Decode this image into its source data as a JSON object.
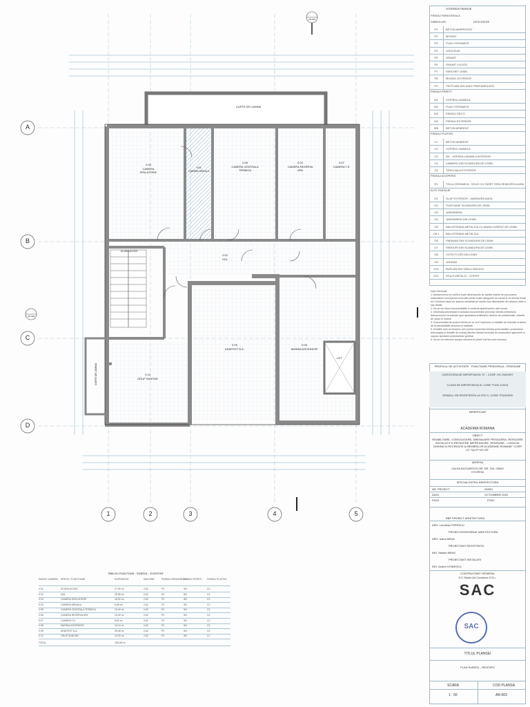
{
  "north_marker": "AR-003",
  "section_marker": "AR-003",
  "axes_rows": [
    "A",
    "B",
    "C",
    "D"
  ],
  "axes_cols": [
    "1",
    "2",
    "3",
    "4",
    "5"
  ],
  "rooms": [
    {
      "code": "0.03",
      "name": "CAMERA SPALATORIE"
    },
    {
      "code": "0.06",
      "name": "CAMERA MEDALA"
    },
    {
      "code": "0.08",
      "name": "CAMERA CENTRALA TERMICA"
    },
    {
      "code": "0.04",
      "name": "CAMERA REZERVA APA"
    },
    {
      "code": "0.07",
      "name": "CAMERA T.S."
    },
    {
      "code": "0.02",
      "name": "HOL"
    },
    {
      "code": "0.01",
      "name": "SCARA ACCES"
    },
    {
      "code": "0.09",
      "name": "ADAPOST N.A."
    },
    {
      "code": "0.05",
      "name": "MASINA ASCENSOR"
    },
    {
      "code": "0.10",
      "name": "GRUP SANITAR"
    }
  ],
  "courtyard_label": "CURTE DE LUMINA",
  "courtyard_left_label": "CURTE DE LUMINA",
  "lift_label": "LIFT",
  "legend": {
    "title": "LEGENDA FINISAJE",
    "pardoseala_title": "FINISAJ PARDOSEALA",
    "col_simbol": "SIMBOLURI",
    "col_descriere": "DESCRIERE",
    "pardoseala": [
      {
        "code": "P1",
        "desc": "BETON AMPRENTAT"
      },
      {
        "code": "P2",
        "desc": "MOZAIC"
      },
      {
        "code": "P3",
        "desc": "PLACI CERAMICE"
      },
      {
        "code": "P4",
        "desc": "LINOLEUM"
      },
      {
        "code": "P5",
        "desc": "GRANIT"
      },
      {
        "code": "P6",
        "desc": "GRANIT LUCIOS"
      },
      {
        "code": "P7",
        "desc": "PARCHET LEMN"
      },
      {
        "code": "P8",
        "desc": "MOZAIC EXTERIOR"
      },
      {
        "code": "P9",
        "desc": "TROTUAR DIN DALE PREFABRICATE"
      }
    ],
    "pereti_title": "FINISAJ PERETI",
    "pereti": [
      {
        "code": "W1",
        "desc": "VOPSEA LAVABILA"
      },
      {
        "code": "W2",
        "desc": "PLACI CERAMICE"
      },
      {
        "code": "W3",
        "desc": "FINISAJ DECO"
      },
      {
        "code": "W4",
        "desc": "FINISAJ EXTERIOR"
      },
      {
        "code": "W5",
        "desc": "BETON APARENT"
      }
    ],
    "plafon_title": "FINISAJ PLAFON",
    "plafon": [
      {
        "code": "C1",
        "desc": "BETON APARENT"
      },
      {
        "code": "C2",
        "desc": "VOPSEA LAVABILA"
      },
      {
        "code": "C3",
        "desc": "GK - VOPSEA LAVABILA INTERIOR"
      },
      {
        "code": "C4",
        "desc": "LAMBRIU DIN SCANDURA DE LEMN"
      },
      {
        "code": "C5",
        "desc": "TENCUIALA EXTERIOR"
      }
    ],
    "acoperis_title": "FINISAJ ACOPERIS",
    "acoperis": [
      {
        "code": "R1",
        "desc": "TIGLA CERAMICA - SOLZI CU TASET SIRA SEMICIRCULARA"
      }
    ],
    "alte_title": "ALTE FINISAJE",
    "alte": [
      {
        "code": "O1",
        "desc": "GLAF EXTERIOR - MARMURA MATA"
      },
      {
        "code": "O2",
        "desc": "PLAFOANE SCANDURA DE LEMN"
      },
      {
        "code": "O3",
        "desc": "JARDINIERA"
      },
      {
        "code": "O4",
        "desc": "JARDINIERA DIN LEMN"
      },
      {
        "code": "O5",
        "desc": "BALUSTRADA METALICA CU MANA CURENT DE LEMN"
      },
      {
        "code": "O5.1",
        "desc": "BALUSTRADA METALICA"
      },
      {
        "code": "O6",
        "desc": "PARAVAN DIN SCANDURA DE LEMN"
      },
      {
        "code": "O7",
        "desc": "PANOURI DIN SCANDURA DE LEMN"
      },
      {
        "code": "O8",
        "desc": "CUTIE FLORI DIN LEMN"
      },
      {
        "code": "O9",
        "desc": "JGHEAB"
      },
      {
        "code": "O10",
        "desc": "BURLAN DIN TABLA ZINCATA"
      },
      {
        "code": "O11",
        "desc": "STALP METALIC - VOPSIT"
      }
    ]
  },
  "notes": {
    "title": "Note Generale:",
    "lines": [
      "1. Antreprenorul va verifica toate dimensiunile pe santier inainte de procurarea",
      "materialelor si inceperea executiei pentru toate categoriile de lucrari si va anunta Studio",
      "A4 Construct daca vor aparea neclaritati pe santier sau discrepante din desene catre si",
      "sau detalii.",
      "2. Nu se vor folosi documentatiile in vederea tiparirii pentru alte lucrari.",
      "3. Informatia prezentata in aceasta documentatie prezenta intentia arhitectului.",
      "Antreprenorul va submite spre aprobarea arhitectului desene de prefabricatie, bravele",
      "de calcul si mostre.",
      "4. Documentatia de proiect tehnic pe se va fi impreuna cu detaliile de executie si planurile",
      "de la specialitatile structura si instalatii.",
      "5. Detaliile care se folosesc prin proiect reprezinta intentia proiectantilor; proiectarea",
      "tehnologica si detaliile de montaj efective trebuie furnizate de producatori agrementi si",
      "supuse aprobarii proiectantului general.",
      "6. Nu se vor interveni asupra structurii si peretii nici fara aviz structuri."
    ]
  },
  "title_block": {
    "profile_title": "PROFILUL DE ACTIVITATE - FUNCTIUNE PRINCIPALA - PENSIUNE",
    "category": "CATEGORIA DE IMPORTANTA \"D\" - CONF. HG.766/1997",
    "class": "CLASA DE IMPORTANTA III, CONF. P100-1/2013",
    "fire": "GRADUL DE REZISTENTA LA FOC II, CONF. P118/1999",
    "beneficiary_label": "BENEFICIAR",
    "beneficiary": "ACADEMIA ROMANA",
    "object_label": "OBIECT",
    "object": "REABILITARE, CONSOLIDARE, AMENAJARE PEISAGERA, REFACERE INSTALATII SI REFACERE IMPREJMUIRE „PENSIUNE – CASA DE ODIHNA SI RECREATIE A MEMBRILOR ACADEMIEI ROMANE\" CORP C2 \"Sp+P+1E+2E\"",
    "address_label": "ADRESA",
    "address": "CALEA BUCURESTILOR, NR. 234, ORAS OTOPENI",
    "speciality": "SPECIALITATEA: ARHITECTURA",
    "nr_proiect_label": "NR. PROIECT",
    "nr_proiect": "03/801",
    "data_label": "DATA",
    "data": "OCTOMBRIE 2022",
    "faza_label": "FAZA",
    "faza": "DTAC",
    "firm": "BBP PROIECT ARHITECTURA",
    "arh1": "ARH. Leontina POPESCU",
    "role1": "PROIECTAT/DESENAT ARHITECTURA",
    "arh2": "ARH. Ioana MIHAI",
    "role2": "PROIECTANT REZISTENTA",
    "ing1": "ING. Marian MIHAI",
    "role3": "PROIECTANT INSTALATII",
    "ing2": "ING. Andrei VOINESCU",
    "contractor_label": "CONTRACTANT GENERAL",
    "contractor": "S.C Studio A4 Construct S.R.L.",
    "logo": "SAC",
    "sheet_title_label": "TITLUL PLANSEI",
    "sheet_title": "PLAN SUBSOL - RELEVEU",
    "scale_label": "SCARA",
    "scale": "1 : 50",
    "code_label": "COD PLANSA",
    "code": "AR-003"
  },
  "room_table": {
    "title": "TABLOU FUNCTIUNI - SUBSOL - EXISTENT",
    "headers": [
      "INDICE CAMERA",
      "SPATIU / FUNCTIUNE",
      "SUPRAFATA",
      "INALTIME",
      "FINISAJ PARDOSEALA",
      "FINISAJ PERETI",
      "FINISAJ PLAFON"
    ],
    "rows": [
      [
        "0.01",
        "SCARA ACCES",
        "17,59 m²",
        "2,62",
        "P2",
        "W1",
        "C2"
      ],
      [
        "0.02",
        "HOL",
        "25,55 m²",
        "2,62",
        "P2",
        "W1",
        "C2"
      ],
      [
        "0.03",
        "CAMERA SPALATORIE",
        "18,53 m²",
        "2,62",
        "P2",
        "W1",
        "C2"
      ],
      [
        "0.04",
        "CAMERA MEDALA",
        "6,68 m²",
        "2,62",
        "P2",
        "W1",
        "C2"
      ],
      [
        "0.05",
        "CAMERA CENTRALA TERMICA",
        "15,40 m²",
        "2,62",
        "P2",
        "W1",
        "C2"
      ],
      [
        "0.06",
        "CAMERA REZERVA APA",
        "15,25 m²",
        "2,62",
        "P2",
        "W1",
        "C2"
      ],
      [
        "0.07",
        "CAMERA T.S.",
        "8,60 m²",
        "2,62",
        "P2",
        "W1",
        "C2"
      ],
      [
        "0.08",
        "MASINA ASCENSOR",
        "10,10 m²",
        "2,62",
        "P2",
        "W1",
        "C2"
      ],
      [
        "0.09",
        "ADAPOST N.A.",
        "25,28 m²",
        "2,62",
        "P2",
        "W1",
        "C2"
      ],
      [
        "0.10",
        "GRUP SANITAR",
        "15,00 m²",
        "2,62",
        "P2",
        "W1",
        "C2"
      ]
    ],
    "total_label": "TOTAL",
    "total": "159,98 m²"
  }
}
